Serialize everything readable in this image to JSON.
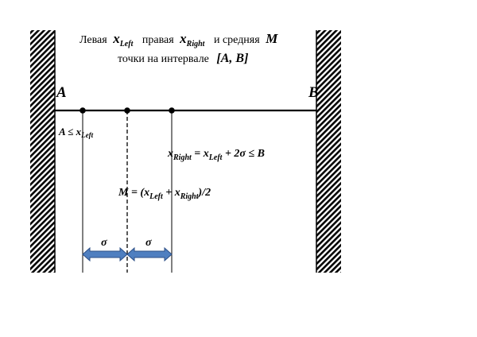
{
  "caption": {
    "line1": {
      "w_left": "Левая",
      "x_sym": "x",
      "left_sub": "Left",
      "w_right": "правая",
      "right_sub": "Right",
      "w_mid": "и средняя",
      "m_sym": "M"
    },
    "line2": {
      "text": "точки на интервале",
      "interval": "[A, B]"
    }
  },
  "labels": {
    "A": "A",
    "B": "B",
    "constraint_left": {
      "prefix": "A ≤ x",
      "sub": "Left"
    },
    "constraint_right": {
      "x": "x",
      "sub_right": "Right",
      "eq": " = x",
      "sub_left": "Left",
      "tail": "+ 2σ ≤ B"
    },
    "midpoint": {
      "head": "M = (x",
      "sub_left": "Left",
      "plus": "+ x",
      "sub_right": "Right",
      "tail": ")/2"
    },
    "sigma1": "σ",
    "sigma2": "σ"
  },
  "colors": {
    "arrow_fill": "#4f7fc0",
    "arrow_stroke": "#2c4f86",
    "hatch": "#000000"
  }
}
